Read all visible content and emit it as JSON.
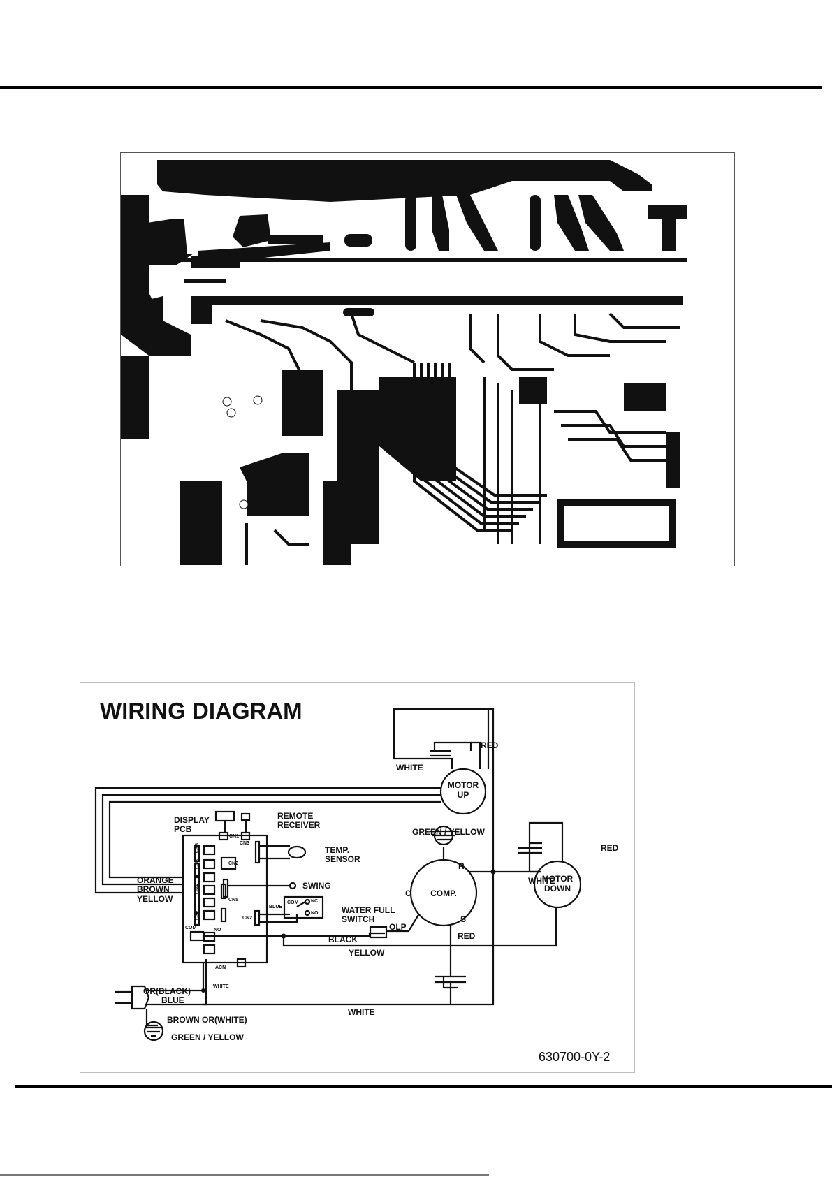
{
  "diagram": {
    "title": "WIRING DIAGRAM",
    "part_number": "630700-0Y-2",
    "components": {
      "motor_up": [
        "MOTOR",
        "UP"
      ],
      "motor_down": [
        "MOTOR",
        "DOWN"
      ],
      "compressor": "COMP.",
      "olp": "OLP",
      "display_pcb": [
        "DISPLAY",
        "PCB"
      ],
      "remote_receiver": [
        "REMOTE",
        "RECEIVER"
      ],
      "temp_sensor": [
        "TEMP.",
        "SENSOR"
      ],
      "swing": "SWING",
      "water_full_switch": [
        "WATER FULL",
        "SWITCH"
      ]
    },
    "connectors": [
      "CN6",
      "CN8",
      "CN4",
      "CN7",
      "CN1",
      "CN3",
      "CN2",
      "CN5",
      "CN2",
      "ACN"
    ],
    "terminals": {
      "r": "R",
      "c": "C",
      "s": "S",
      "com": "COM",
      "no": "NO",
      "sw_com": "COM",
      "sw_nc": "NC",
      "sw_no": "NO"
    },
    "wire_labels": {
      "red_motor_up": "RED",
      "white_motor_up": "WHITE",
      "red_motor_down": "RED",
      "white_r": "WHITE",
      "red_s": "RED",
      "green_yellow_comp": "GREEN / YELLOW",
      "orange": "ORANGE",
      "brown": "BROWN",
      "yellow_left": "YELLOW",
      "blue_switch": "BLUE",
      "black": "BLACK",
      "yellow": "YELLOW",
      "white_acn": "WHITE",
      "white_bottom": "WHITE",
      "or_black": "OR(BLACK)",
      "blue_plug": "BLUE",
      "brown_or_white": "BROWN OR(WHITE)",
      "green_yellow_plug": "GREEN / YELLOW"
    }
  }
}
